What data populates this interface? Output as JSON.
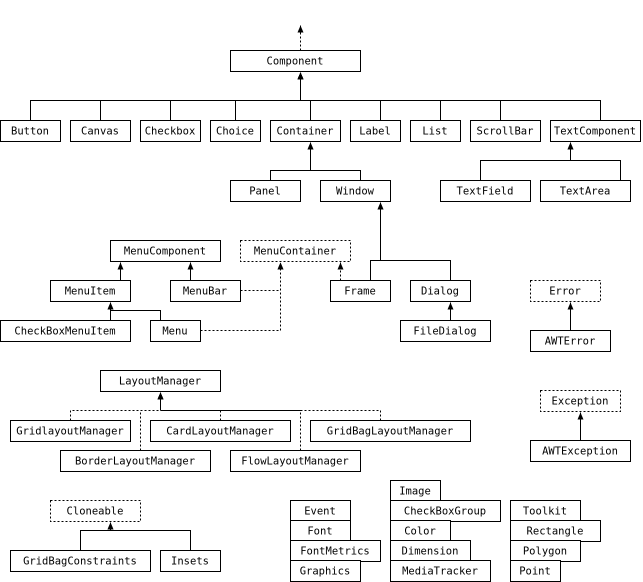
{
  "diagram": {
    "nodes": [
      {
        "id": "root_parent",
        "label": ""
      },
      {
        "id": "Component",
        "label": "Component"
      },
      {
        "id": "Button",
        "label": "Button"
      },
      {
        "id": "Canvas",
        "label": "Canvas"
      },
      {
        "id": "Checkbox",
        "label": "Checkbox"
      },
      {
        "id": "Choice",
        "label": "Choice"
      },
      {
        "id": "Container",
        "label": "Container"
      },
      {
        "id": "Label",
        "label": "Label"
      },
      {
        "id": "List",
        "label": "List"
      },
      {
        "id": "ScrollBar",
        "label": "ScrollBar"
      },
      {
        "id": "TextComponent",
        "label": "TextComponent"
      },
      {
        "id": "Panel",
        "label": "Panel"
      },
      {
        "id": "Window",
        "label": "Window"
      },
      {
        "id": "TextField",
        "label": "TextField"
      },
      {
        "id": "TextArea",
        "label": "TextArea"
      },
      {
        "id": "MenuComponent",
        "label": "MenuComponent"
      },
      {
        "id": "MenuContainer",
        "label": "MenuContainer",
        "dashed": true
      },
      {
        "id": "MenuItem",
        "label": "MenuItem"
      },
      {
        "id": "MenuBar",
        "label": "MenuBar"
      },
      {
        "id": "Frame",
        "label": "Frame"
      },
      {
        "id": "Dialog",
        "label": "Dialog"
      },
      {
        "id": "Error",
        "label": "Error",
        "dashed": true
      },
      {
        "id": "CheckBoxMenuItem",
        "label": "CheckBoxMenuItem"
      },
      {
        "id": "Menu",
        "label": "Menu"
      },
      {
        "id": "FileDialog",
        "label": "FileDialog"
      },
      {
        "id": "AWTError",
        "label": "AWTError"
      },
      {
        "id": "LayoutManager",
        "label": "LayoutManager"
      },
      {
        "id": "Exception",
        "label": "Exception",
        "dashed": true
      },
      {
        "id": "GridLayoutManager",
        "label": "GridlayoutManager"
      },
      {
        "id": "CardLayoutManager",
        "label": "CardLayoutManager"
      },
      {
        "id": "GridBagLayoutManager",
        "label": "GridBagLayoutManager"
      },
      {
        "id": "BorderLayoutManager",
        "label": "BorderLayoutManager"
      },
      {
        "id": "FlowLayoutManager",
        "label": "FlowLayoutManager"
      },
      {
        "id": "AWTException",
        "label": "AWTException"
      },
      {
        "id": "Cloneable",
        "label": "Cloneable",
        "dashed": true
      },
      {
        "id": "GridBagConstraints",
        "label": "GridBagConstraints"
      },
      {
        "id": "Insets",
        "label": "Insets"
      },
      {
        "id": "Event",
        "label": "Event"
      },
      {
        "id": "Font",
        "label": "Font"
      },
      {
        "id": "FontMetrics",
        "label": "FontMetrics"
      },
      {
        "id": "Graphics",
        "label": "Graphics"
      },
      {
        "id": "Image",
        "label": "Image"
      },
      {
        "id": "CheckBoxGroup",
        "label": "CheckBoxGroup"
      },
      {
        "id": "Color",
        "label": "Color"
      },
      {
        "id": "Dimension",
        "label": "Dimension"
      },
      {
        "id": "MediaTracker",
        "label": "MediaTracker"
      },
      {
        "id": "Toolkit",
        "label": "Toolkit"
      },
      {
        "id": "Rectangle",
        "label": "Rectangle"
      },
      {
        "id": "Polygon",
        "label": "Polygon"
      },
      {
        "id": "Point",
        "label": "Point"
      }
    ],
    "edges": [
      {
        "from": "Component",
        "to": "root_parent",
        "style": "dashed"
      },
      {
        "from": "Button",
        "to": "Component",
        "style": "solid"
      },
      {
        "from": "Canvas",
        "to": "Component",
        "style": "solid"
      },
      {
        "from": "Checkbox",
        "to": "Component",
        "style": "solid"
      },
      {
        "from": "Choice",
        "to": "Component",
        "style": "solid"
      },
      {
        "from": "Container",
        "to": "Component",
        "style": "solid"
      },
      {
        "from": "Label",
        "to": "Component",
        "style": "solid"
      },
      {
        "from": "List",
        "to": "Component",
        "style": "solid"
      },
      {
        "from": "ScrollBar",
        "to": "Component",
        "style": "solid"
      },
      {
        "from": "TextComponent",
        "to": "Component",
        "style": "solid"
      },
      {
        "from": "Panel",
        "to": "Container",
        "style": "solid"
      },
      {
        "from": "Window",
        "to": "Container",
        "style": "solid"
      },
      {
        "from": "TextField",
        "to": "TextComponent",
        "style": "solid"
      },
      {
        "from": "TextArea",
        "to": "TextComponent",
        "style": "solid"
      },
      {
        "from": "Frame",
        "to": "Window",
        "style": "solid"
      },
      {
        "from": "Dialog",
        "to": "Window",
        "style": "solid"
      },
      {
        "from": "Frame",
        "to": "MenuContainer",
        "style": "dashed"
      },
      {
        "from": "FileDialog",
        "to": "Dialog",
        "style": "solid"
      },
      {
        "from": "MenuItem",
        "to": "MenuComponent",
        "style": "solid"
      },
      {
        "from": "MenuBar",
        "to": "MenuComponent",
        "style": "solid"
      },
      {
        "from": "MenuBar",
        "to": "MenuContainer",
        "style": "dashed"
      },
      {
        "from": "Menu",
        "to": "MenuContainer",
        "style": "dashed"
      },
      {
        "from": "CheckBoxMenuItem",
        "to": "MenuItem",
        "style": "solid"
      },
      {
        "from": "Menu",
        "to": "MenuItem",
        "style": "solid"
      },
      {
        "from": "AWTError",
        "to": "Error",
        "style": "solid"
      },
      {
        "from": "AWTException",
        "to": "Exception",
        "style": "solid"
      },
      {
        "from": "GridLayoutManager",
        "to": "LayoutManager",
        "style": "dashed"
      },
      {
        "from": "CardLayoutManager",
        "to": "LayoutManager",
        "style": "dashed"
      },
      {
        "from": "GridBagLayoutManager",
        "to": "LayoutManager",
        "style": "dashed"
      },
      {
        "from": "BorderLayoutManager",
        "to": "LayoutManager",
        "style": "dashed"
      },
      {
        "from": "FlowLayoutManager",
        "to": "LayoutManager",
        "style": "dashed"
      },
      {
        "from": "GridBagConstraints",
        "to": "Cloneable",
        "style": "solid"
      },
      {
        "from": "Insets",
        "to": "Cloneable",
        "style": "solid"
      }
    ]
  }
}
